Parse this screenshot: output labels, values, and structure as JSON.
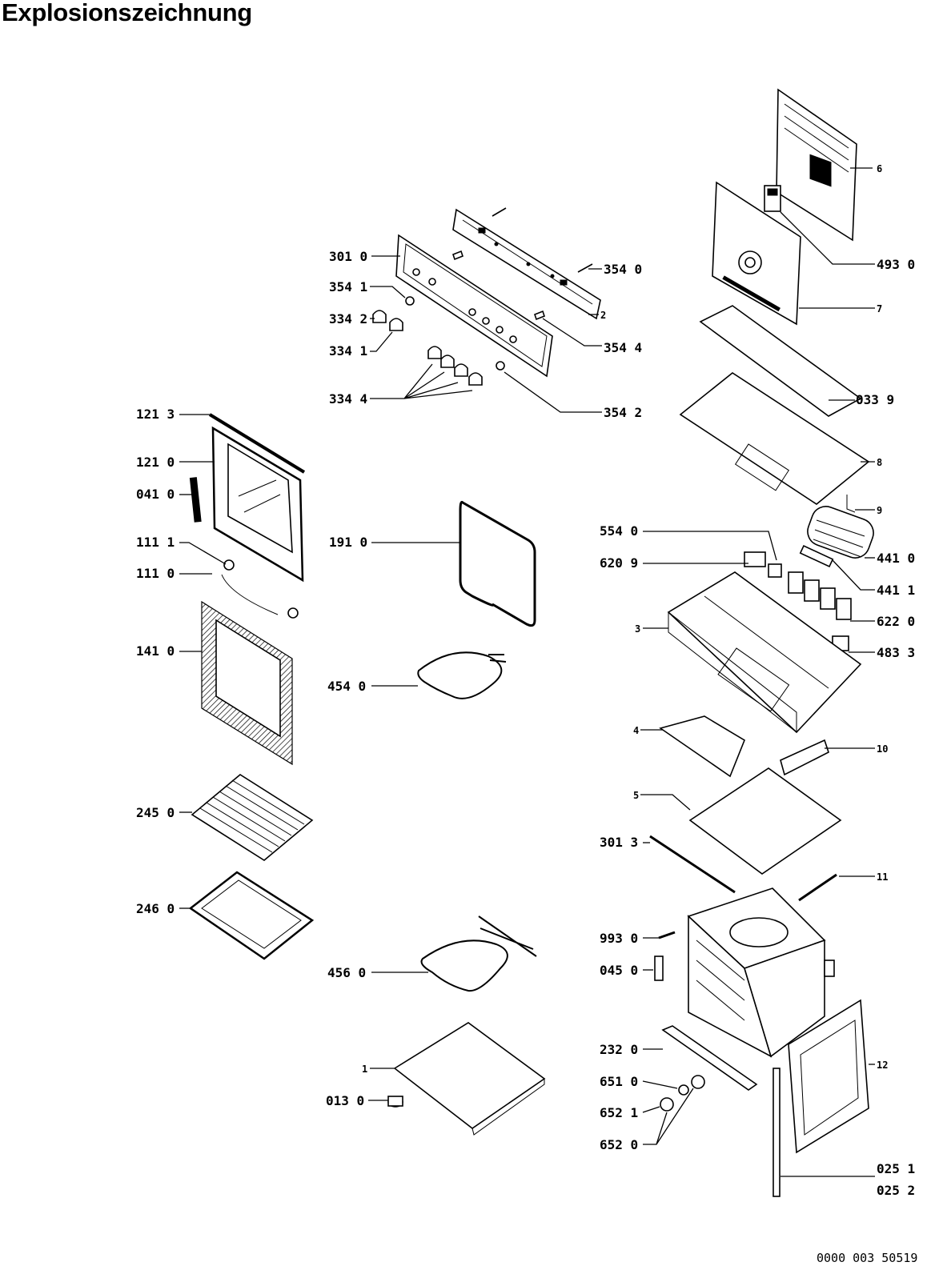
{
  "title": "Explosionszeichnung",
  "document_number": "0000 003 50519",
  "parts": [
    {
      "id": "p-3010",
      "label": "301 0"
    },
    {
      "id": "p-3541",
      "label": "354 1"
    },
    {
      "id": "p-3342",
      "label": "334 2"
    },
    {
      "id": "p-3341",
      "label": "334 1"
    },
    {
      "id": "p-3344",
      "label": "334 4"
    },
    {
      "id": "p-3540",
      "label": "354 0"
    },
    {
      "id": "p-2",
      "label": "2"
    },
    {
      "id": "p-3544",
      "label": "354 4"
    },
    {
      "id": "p-3542",
      "label": "354 2"
    },
    {
      "id": "p-6",
      "label": "6"
    },
    {
      "id": "p-4930",
      "label": "493 0"
    },
    {
      "id": "p-7",
      "label": "7"
    },
    {
      "id": "p-0339",
      "label": "033 9"
    },
    {
      "id": "p-8",
      "label": "8"
    },
    {
      "id": "p-9",
      "label": "9"
    },
    {
      "id": "p-5540",
      "label": "554 0"
    },
    {
      "id": "p-6209",
      "label": "620 9"
    },
    {
      "id": "p-4410",
      "label": "441 0"
    },
    {
      "id": "p-4411",
      "label": "441 1"
    },
    {
      "id": "p-3",
      "label": "3"
    },
    {
      "id": "p-6220",
      "label": "622 0"
    },
    {
      "id": "p-4833",
      "label": "483 3"
    },
    {
      "id": "p-1213",
      "label": "121 3"
    },
    {
      "id": "p-1210",
      "label": "121 0"
    },
    {
      "id": "p-0410",
      "label": "041 0"
    },
    {
      "id": "p-1111",
      "label": "111 1"
    },
    {
      "id": "p-1110",
      "label": "111 0"
    },
    {
      "id": "p-1410",
      "label": "141 0"
    },
    {
      "id": "p-1910",
      "label": "191 0"
    },
    {
      "id": "p-4540",
      "label": "454 0"
    },
    {
      "id": "p-4",
      "label": "4"
    },
    {
      "id": "p-10",
      "label": "10"
    },
    {
      "id": "p-5",
      "label": "5"
    },
    {
      "id": "p-3013",
      "label": "301 3"
    },
    {
      "id": "p-11",
      "label": "11"
    },
    {
      "id": "p-2450",
      "label": "245 0"
    },
    {
      "id": "p-2460",
      "label": "246 0"
    },
    {
      "id": "p-9930",
      "label": "993 0"
    },
    {
      "id": "p-0450",
      "label": "045 0"
    },
    {
      "id": "p-4560",
      "label": "456 0"
    },
    {
      "id": "p-2320",
      "label": "232 0"
    },
    {
      "id": "p-12",
      "label": "12"
    },
    {
      "id": "p-1",
      "label": "1"
    },
    {
      "id": "p-6510",
      "label": "651 0"
    },
    {
      "id": "p-0130",
      "label": "013 0"
    },
    {
      "id": "p-6521",
      "label": "652 1"
    },
    {
      "id": "p-6520",
      "label": "652 0"
    },
    {
      "id": "p-0251",
      "label": "025 1"
    },
    {
      "id": "p-0252",
      "label": "025 2"
    }
  ]
}
